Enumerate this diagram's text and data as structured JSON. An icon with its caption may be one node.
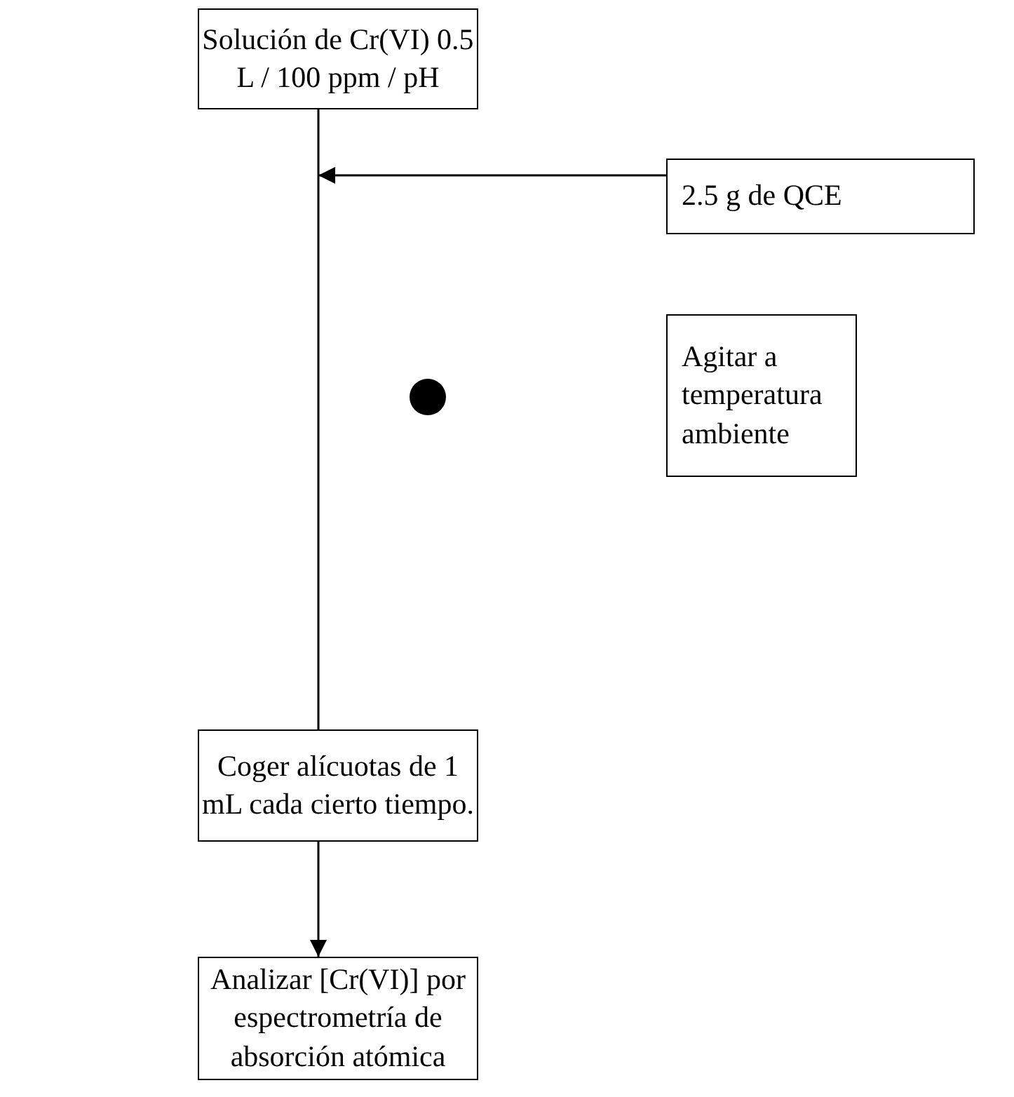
{
  "diagram": {
    "nodes": [
      {
        "text": [
          "Solución de Cr(VI) 0.5 L / 100 ppm / pH"
        ]
      },
      {
        "text": [
          "2.5 g de QCE"
        ]
      },
      {
        "text": [
          "Agitar a temperatura ambiente"
        ]
      },
      {
        "text": [
          "Coger alícuotas de 1 mL cada cierto tiempo."
        ]
      },
      {
        "text": [
          "Analizar [Cr(VI)] por espectrometría de absorción atómica"
        ]
      }
    ],
    "edges": [
      {
        "from": 0,
        "to": 3,
        "arrow": "none"
      },
      {
        "from": 1,
        "to": null,
        "arrow": "to"
      },
      {
        "from": 3,
        "to": 4,
        "arrow": "to"
      }
    ]
  }
}
